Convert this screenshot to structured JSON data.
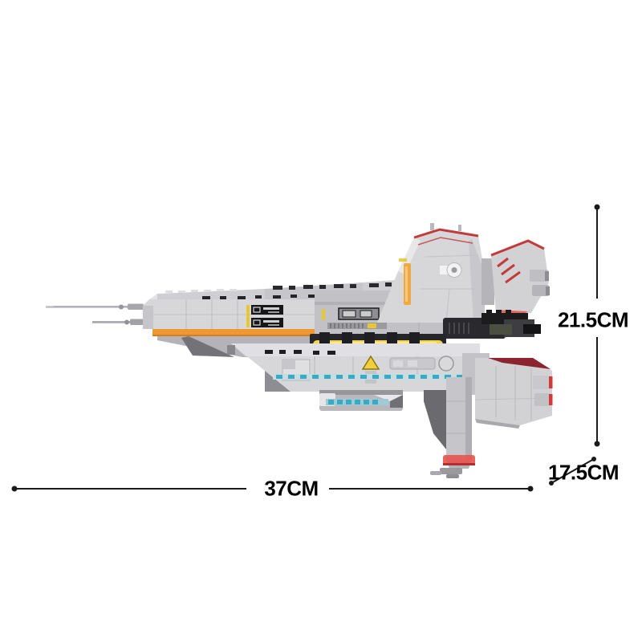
{
  "dimensions": {
    "length": {
      "label": "37CM",
      "orientation": "horizontal"
    },
    "height": {
      "label": "21.5CM",
      "orientation": "vertical"
    },
    "depth": {
      "label": "17.5CM",
      "orientation": "diagonal"
    }
  },
  "colors": {
    "dimension_line": "#1a1a1a",
    "label_text": "#000000",
    "hull_light": "#d7d7da",
    "hull_mid": "#c2c2c6",
    "hull_dark": "#8f8f94",
    "hull_shadow": "#6b6b6f",
    "panel_black": "#17171a",
    "accent_orange": "#ee9733",
    "accent_amber": "#f0a843",
    "engine_yellow": "#f3d44e",
    "window_teal": "#3aa9c4",
    "accent_red": "#c23a3c",
    "stripe_dark_red": "#8c2430",
    "glow_red": "#e8534e"
  }
}
